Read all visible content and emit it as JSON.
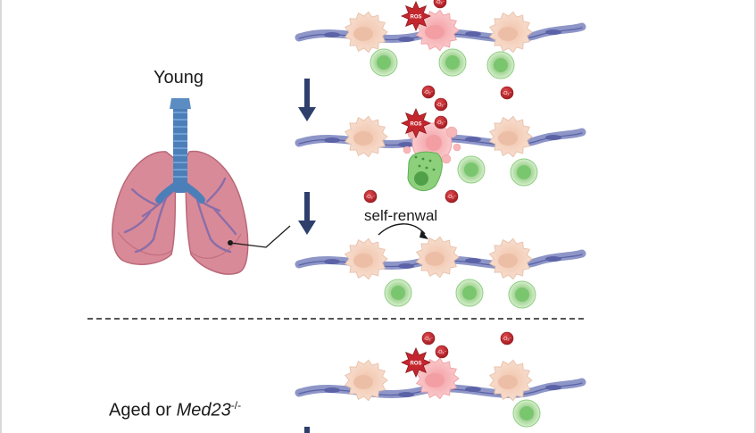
{
  "labels": {
    "young": "Young",
    "aged_prefix": "Aged or ",
    "aged_gene": "Med23",
    "aged_sup": "-/-",
    "self_renewal": "self-renwal",
    "ros": "ROS",
    "oxygen_radical": "·O₂⁻"
  },
  "colors": {
    "membrane": "#8e96c8",
    "membrane_dark": "#5b62a6",
    "macrophage": "#f4d2c0",
    "macrophage_stressed": "#f7b7b9",
    "stem_cell": "#a9d89a",
    "stem_cell_core": "#73c36a",
    "ros_burst": "#c4262e",
    "arrow": "#2f3f6b",
    "lung": "#d88a9a",
    "trachea": "#4c7fb8"
  },
  "icons": [
    "lung-icon",
    "trachea-icon",
    "ros-burst-icon",
    "oxygen-radical-icon",
    "down-arrow-icon",
    "curved-arrow-icon"
  ]
}
